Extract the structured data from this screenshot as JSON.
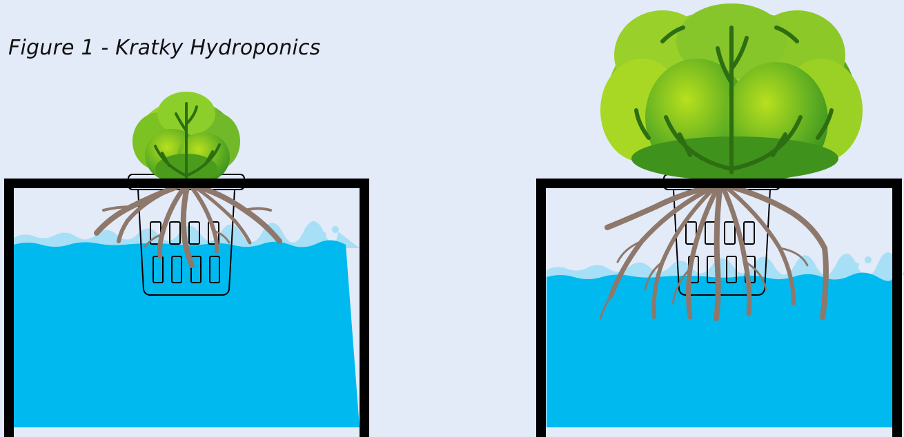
{
  "figure": {
    "title": "Figure 1 - Kratky Hydroponics"
  },
  "colors": {
    "background": "#e3eaf8",
    "water": "#00b9ef",
    "water_highlight": "#a6dff6",
    "container_frame": "#000000",
    "roots": "#8d786b",
    "leaf_light": "#c6e81c",
    "leaf_mid": "#78be2a",
    "leaf_dark": "#3b8a1c",
    "leaf_vein": "#2d6e12"
  },
  "panels": [
    {
      "name": "early-stage",
      "plant_size": "small",
      "water_level": "high",
      "roots_reach_water": true
    },
    {
      "name": "later-stage",
      "plant_size": "large",
      "water_level": "lower",
      "roots_reach_water": true
    }
  ]
}
